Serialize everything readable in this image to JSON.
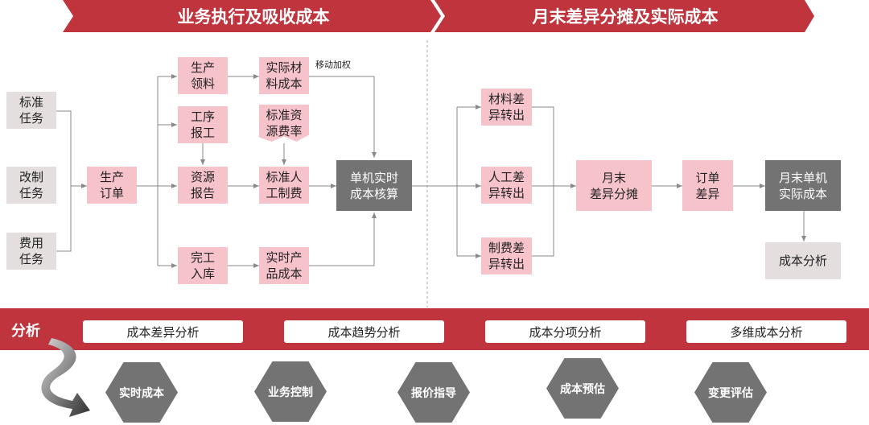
{
  "header": {
    "left_title": "业务执行及吸收成本",
    "right_title": "月末差异分摊及实际成本"
  },
  "tasks": [
    "标准\n任务",
    "改制\n任务",
    "费用\n任务"
  ],
  "nodes": {
    "order": "生产\n订单",
    "material_issue": "生产\n领料",
    "op_report": "工序\n报工",
    "resource_report": "资源\n报告",
    "completion": "完工\n入库",
    "actual_material_cost": "实际材\n料成本",
    "std_resource_rate": "标准资\n源费率",
    "std_labor_overhead": "标准人\n工制费",
    "actual_product_cost": "实时产\n品成本",
    "costing": "单机实时\n成本核算",
    "material_var": "材料差\n异转出",
    "labor_var": "人工差\n异转出",
    "overhead_var": "制费差\n异转出",
    "month_end_alloc": "月末\n差异分摊",
    "order_var": "订单\n差异",
    "month_end_actual": "月末单机\n实际成本",
    "cost_analysis": "成本分析"
  },
  "note_moving_avg": "移动加权",
  "analysis": {
    "label": "分析",
    "buttons": [
      "成本差异分析",
      "成本趋势分析",
      "成本分项分析",
      "多维成本分析"
    ]
  },
  "features": [
    "实时成本",
    "业务控制",
    "报价指导",
    "成本预估",
    "变更评估"
  ],
  "colors": {
    "brand_red": "#c0343e",
    "pink": "#f6c3cb",
    "dark_grey": "#737373",
    "light_grey": "#e4dedf"
  }
}
